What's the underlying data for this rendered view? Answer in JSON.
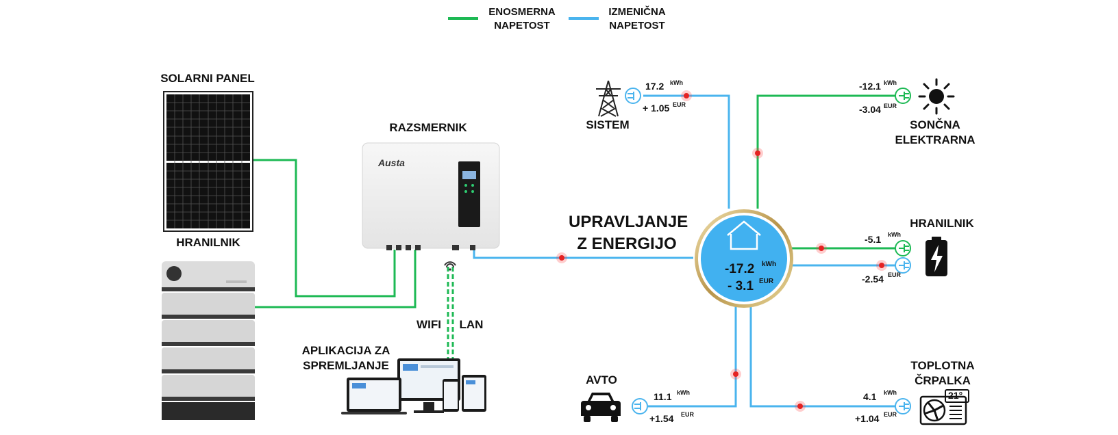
{
  "legend": {
    "dc_label_1": "ENOSMERNA",
    "dc_label_2": "NAPETOST",
    "ac_label_1": "IZMENIČNA",
    "ac_label_2": "NAPETOST",
    "dc_color": "#1db954",
    "ac_color": "#4ab4ee"
  },
  "left": {
    "solar_panel": "SOLARNI PANEL",
    "battery": "HRANILNIK",
    "inverter": "RAZSMERNIK",
    "inverter_brand": "Austa",
    "wifi": "WIFI",
    "lan": "LAN",
    "app_line1": "APLIKACIJA ZA",
    "app_line2": "SPREMLJANJE"
  },
  "center": {
    "title_line1": "UPRAVLJANJE",
    "title_line2": "Z ENERGIJO",
    "hub_energy": "-17.2",
    "hub_energy_unit": "kWh",
    "hub_cost": "- 3.1",
    "hub_cost_unit": "EUR"
  },
  "nodes": {
    "grid": {
      "label": "SISTEM",
      "energy": "17.2",
      "energy_unit": "kWh",
      "cost": "+ 1.05",
      "cost_unit": "EUR",
      "icon": "power-tower-icon"
    },
    "solar": {
      "label_1": "SONČNA",
      "label_2": "ELEKTRARNA",
      "energy": "-12.1",
      "energy_unit": "kWh",
      "cost": "-3.04",
      "cost_unit": "EUR",
      "icon": "sun-icon"
    },
    "battery": {
      "label": "HRANILNIK",
      "energy": "-5.1",
      "energy_unit": "kWh",
      "cost": "-2.54",
      "cost_unit": "EUR",
      "icon": "battery-icon"
    },
    "car": {
      "label": "AVTO",
      "energy": "11.1",
      "energy_unit": "kWh",
      "cost": "+1.54",
      "cost_unit": "EUR",
      "icon": "car-icon"
    },
    "heatpump": {
      "label_1": "TOPLOTNA",
      "label_2": "ČRPALKA",
      "energy": "4.1",
      "energy_unit": "kWh",
      "cost": "+1.04",
      "cost_unit": "EUR",
      "icon": "heat-pump-icon",
      "display": "21°"
    }
  }
}
